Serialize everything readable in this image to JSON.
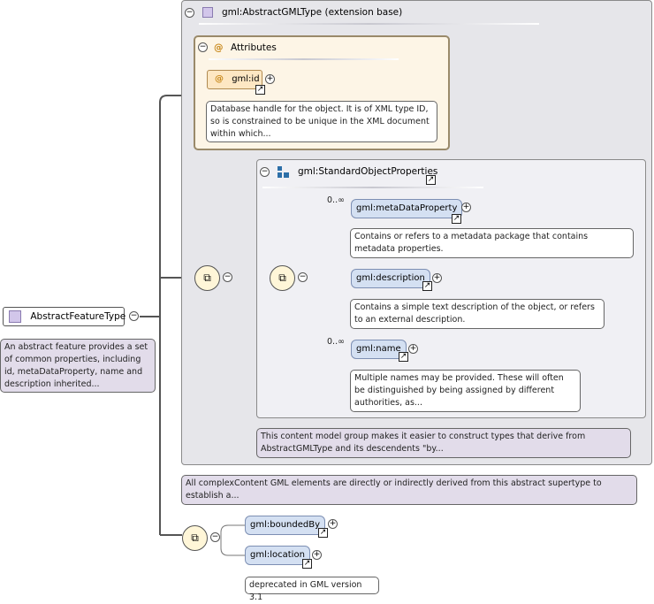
{
  "root": {
    "name": "AbstractFeatureType",
    "doc": "An abstract feature provides a set of common properties, including id, metaDataProperty, name and description inherited..."
  },
  "extension": {
    "title": "gml:AbstractGMLType (extension base)",
    "doc": "All complexContent GML elements are directly or indirectly derived from this abstract supertype to establish a..."
  },
  "attributes": {
    "title": "Attributes",
    "at_icon": "@",
    "id_name": "gml:id",
    "id_doc": "Database handle for the object. It is of XML type ID, so is constrained to be unique in the XML document within which..."
  },
  "group": {
    "title": "gml:StandardObjectProperties",
    "doc": "This content model group makes it easier to construct types that derive from AbstractGMLType and its descendents \"by...",
    "items": [
      {
        "name": "gml:metaDataProperty",
        "cardinality": "0..∞",
        "doc": "Contains or refers to a metadata package that contains metadata properties."
      },
      {
        "name": "gml:description",
        "cardinality": "",
        "doc": "Contains a simple text description of the object, or refers to an external description."
      },
      {
        "name": "gml:name",
        "cardinality": "0..∞",
        "doc": "Multiple names may be provided. These will often be distinguished by being assigned by different authorities, as..."
      }
    ]
  },
  "bottom": {
    "items": [
      {
        "name": "gml:boundedBy"
      },
      {
        "name": "gml:location",
        "doc": "deprecated in GML version 3.1"
      }
    ]
  },
  "symbols": {
    "collapse": "−",
    "expand": "+",
    "link": "↗",
    "sequence": "⧉"
  },
  "icons": [
    "type-icon",
    "collapse-icon",
    "expand-icon",
    "link-icon",
    "sequence-icon",
    "attribute-icon",
    "group-icon"
  ]
}
